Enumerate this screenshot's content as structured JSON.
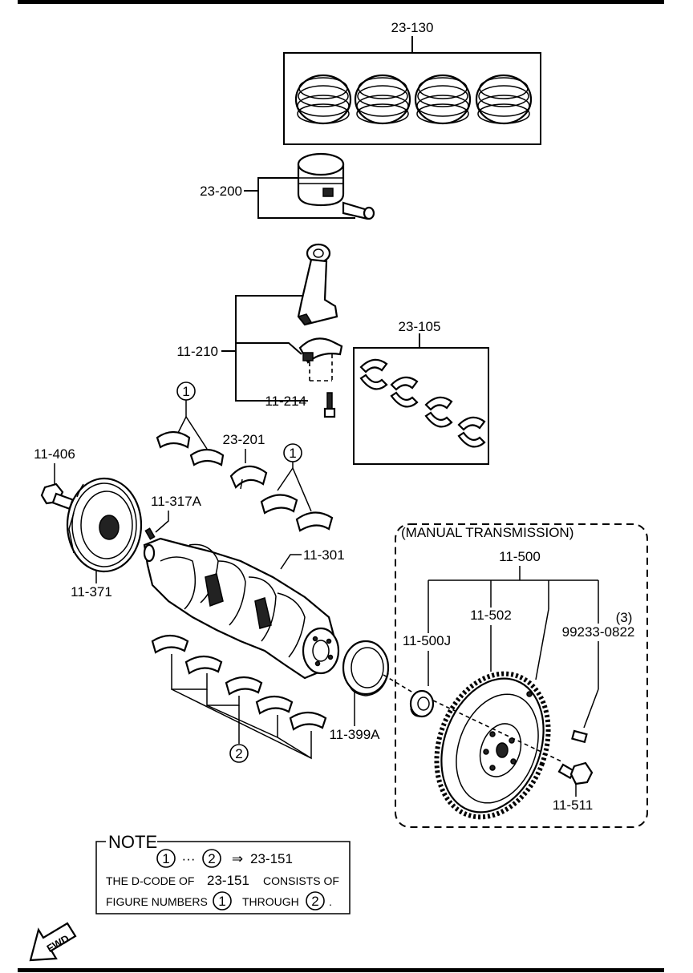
{
  "labels": {
    "piston_rings": "23-130",
    "piston": "23-200",
    "bearing_set": "23-105",
    "connecting_rod": "11-210",
    "rod_bolt": "11-214",
    "thrust_bearing": "23-201",
    "pulley_bolt": "11-406",
    "key": "11-317A",
    "crankshaft": "11-301",
    "pulley": "11-371",
    "oil_seal": "11-399A",
    "flywheel_assy": "11-500",
    "pilot_bearing": "11-500J",
    "ring_gear": "11-502",
    "dowel_qty": "(3)",
    "dowel_pin": "99233-0822",
    "flywheel_bolt": "11-511"
  },
  "callouts": {
    "one": "1",
    "two": "2"
  },
  "manual_transmission": "(MANUAL TRANSMISSION)",
  "note": {
    "title": "NOTE",
    "ellipsis": "···",
    "arrow": "⇒",
    "dcode": "23-151",
    "line2_prefix": "THE D-CODE OF",
    "line2_code": "23-151",
    "line2_suffix": "CONSISTS OF",
    "line3_prefix": "FIGURE NUMBERS",
    "line3_middle": "THROUGH",
    "line3_end": "."
  },
  "fwd": "FWD"
}
